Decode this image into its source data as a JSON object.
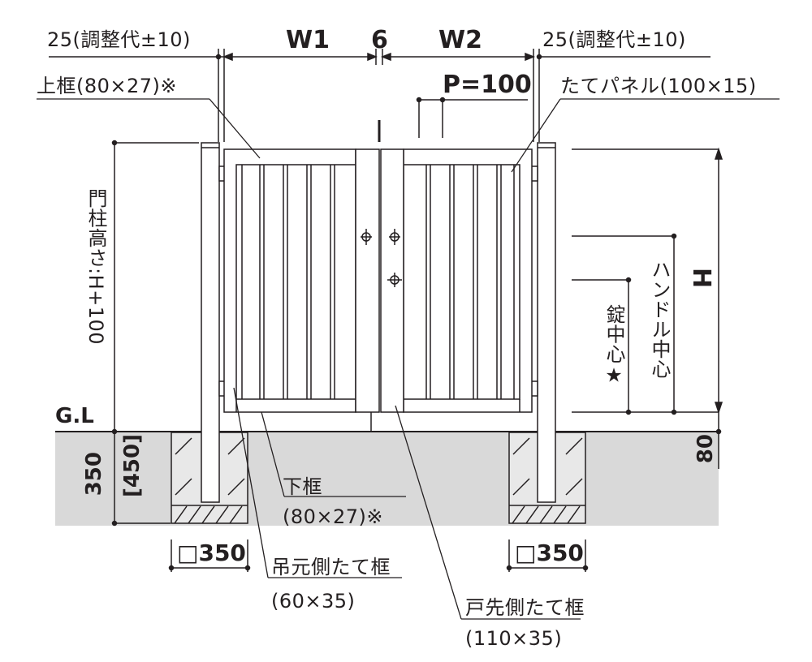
{
  "labels": {
    "adjust_left": "25(調整代±10)",
    "adjust_right": "25(調整代±10)",
    "w1": "W1",
    "gap": "6",
    "w2": "W2",
    "pitch": "P=100",
    "top_frame": "上框(80×27)※",
    "panel": "たてパネル(100×15)",
    "post_height": "門柱高さ:H+100",
    "height": "H",
    "lock_center": "錠中心★",
    "handle_center": "ハンドル中心",
    "ground_level": "G.L",
    "depth": "350",
    "depth_alt": "[450]",
    "foundation_depth": "80",
    "bottom_frame": "下框",
    "bottom_frame_size": "(80×27)※",
    "foundation_left": "□350",
    "foundation_right": "□350",
    "hinge_stile": "吊元側たて框",
    "hinge_stile_size": "(60×35)",
    "latch_stile": "戸先側たて框",
    "latch_stile_size": "(110×35)"
  },
  "colors": {
    "line": "#231f20",
    "ground": "#d9d9d9",
    "frame_fill": "#ffffff"
  }
}
